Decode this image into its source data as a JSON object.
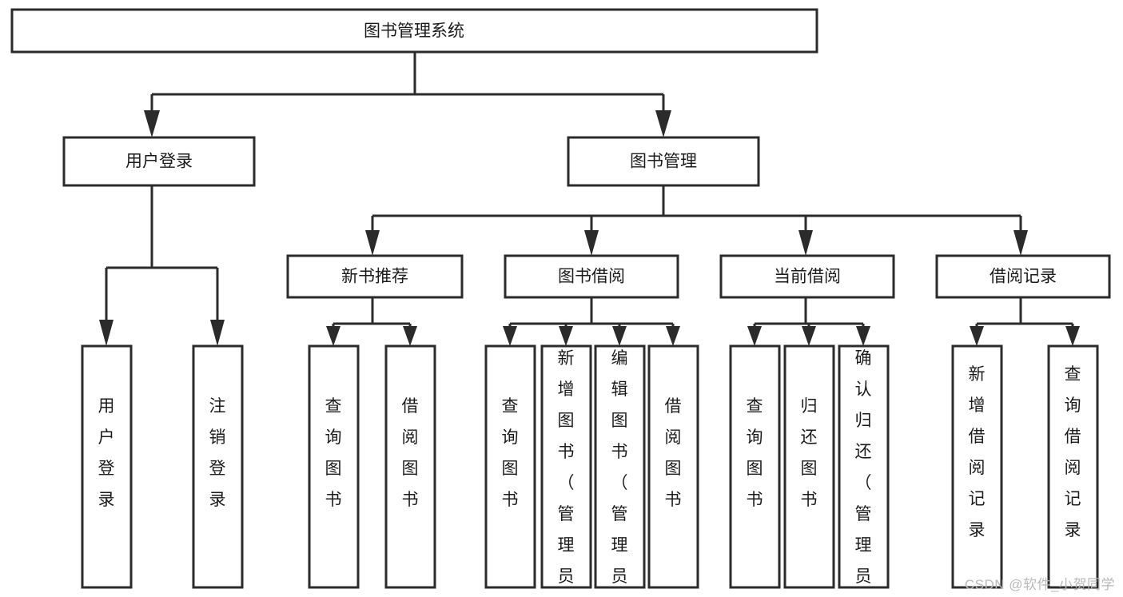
{
  "diagram": {
    "type": "tree-hierarchy",
    "title": "图书管理系统",
    "watermark": "CSDN @软件_小贺同学",
    "colors": {
      "stroke": "#2b2b2b",
      "fill": "#ffffff",
      "text": "#1b1b1b",
      "watermark": "#b9b9b9",
      "background": "#ffffff"
    },
    "root": {
      "label": "图书管理系统"
    },
    "level2": [
      {
        "label": "用户登录"
      },
      {
        "label": "图书管理"
      }
    ],
    "level3": [
      {
        "label": "新书推荐"
      },
      {
        "label": "图书借阅"
      },
      {
        "label": "当前借阅"
      },
      {
        "label": "借阅记录"
      }
    ],
    "leaves": {
      "user_login": [
        {
          "label": "用户登录"
        },
        {
          "label": "注销登录"
        }
      ],
      "new_book_recommend": [
        {
          "label": "查询图书"
        },
        {
          "label": "借阅图书"
        }
      ],
      "book_borrow": [
        {
          "label": "查询图书"
        },
        {
          "label": "新增图书（管理员）"
        },
        {
          "label": "编辑图书（管理员）"
        },
        {
          "label": "借阅图书"
        }
      ],
      "current_borrow": [
        {
          "label": "查询图书"
        },
        {
          "label": "归还图书"
        },
        {
          "label": "确认归还（管理员）"
        }
      ],
      "borrow_record": [
        {
          "label": "新增借阅记录"
        },
        {
          "label": "查询借阅记录"
        }
      ]
    }
  }
}
